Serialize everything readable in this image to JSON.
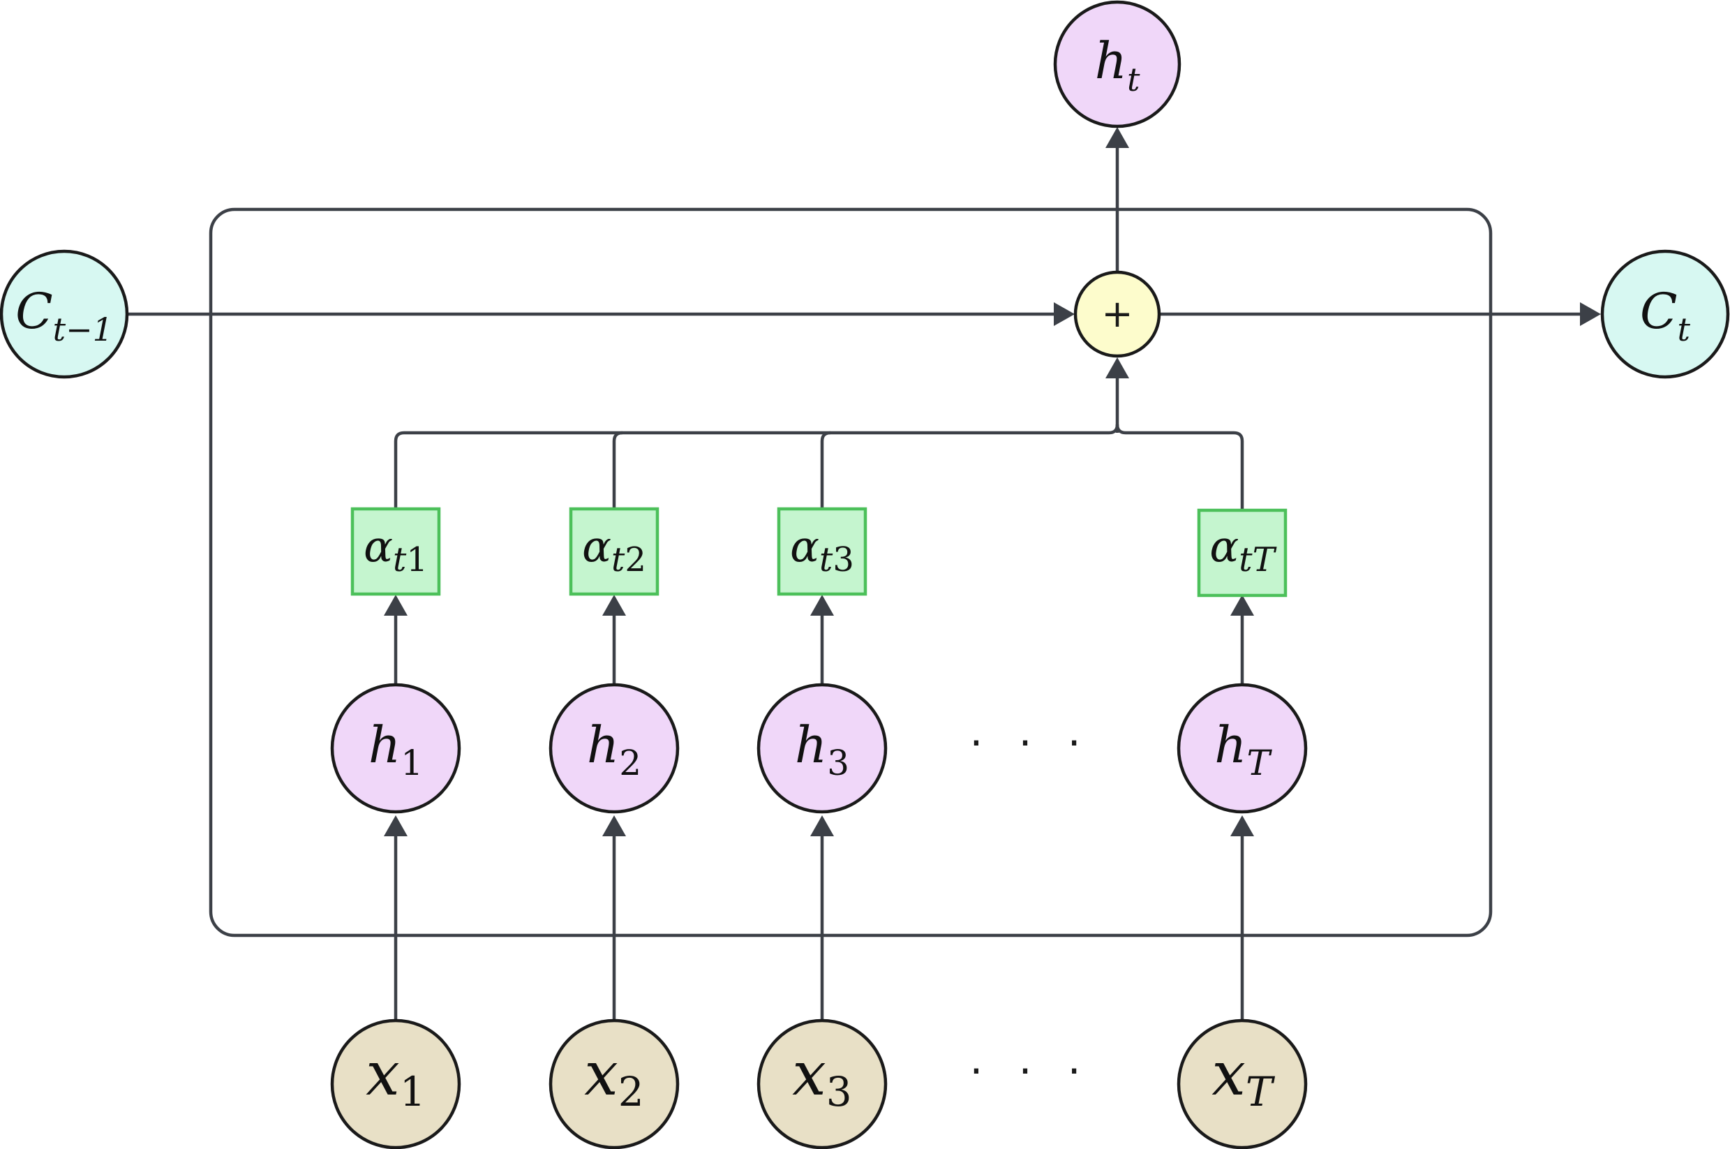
{
  "colors": {
    "edge": "#3c4047",
    "node_stroke": "#1a1a1a",
    "memory_fill": "#d7f8f2",
    "hidden_fill": "#f0d7f9",
    "input_fill": "#e8e0c6",
    "sum_fill": "#fdfccc",
    "weight_fill": "#c5f5cf",
    "weight_stroke": "#4cc05a"
  },
  "memory": {
    "prev": {
      "base": "C",
      "sub": "t−1"
    },
    "next": {
      "base": "C",
      "sub": "t"
    }
  },
  "output": {
    "base": "h",
    "sub": "t"
  },
  "sum_node": {
    "symbol": "+"
  },
  "weights": [
    {
      "base": "α",
      "sub_italic": "t",
      "sub_plain": "1"
    },
    {
      "base": "α",
      "sub_italic": "t",
      "sub_plain": "2"
    },
    {
      "base": "α",
      "sub_italic": "t",
      "sub_plain": "3"
    },
    {
      "base": "α",
      "sub_italic": "tT",
      "sub_plain": ""
    }
  ],
  "hidden": [
    {
      "base": "h",
      "sub": "1"
    },
    {
      "base": "h",
      "sub": "2"
    },
    {
      "base": "h",
      "sub": "3"
    },
    {
      "base": "h",
      "sub": "T"
    }
  ],
  "inputs": [
    {
      "base": "x",
      "sub": "1"
    },
    {
      "base": "x",
      "sub": "2"
    },
    {
      "base": "x",
      "sub": "3"
    },
    {
      "base": "x",
      "sub": "T"
    }
  ],
  "ellipsis": "· · ·"
}
